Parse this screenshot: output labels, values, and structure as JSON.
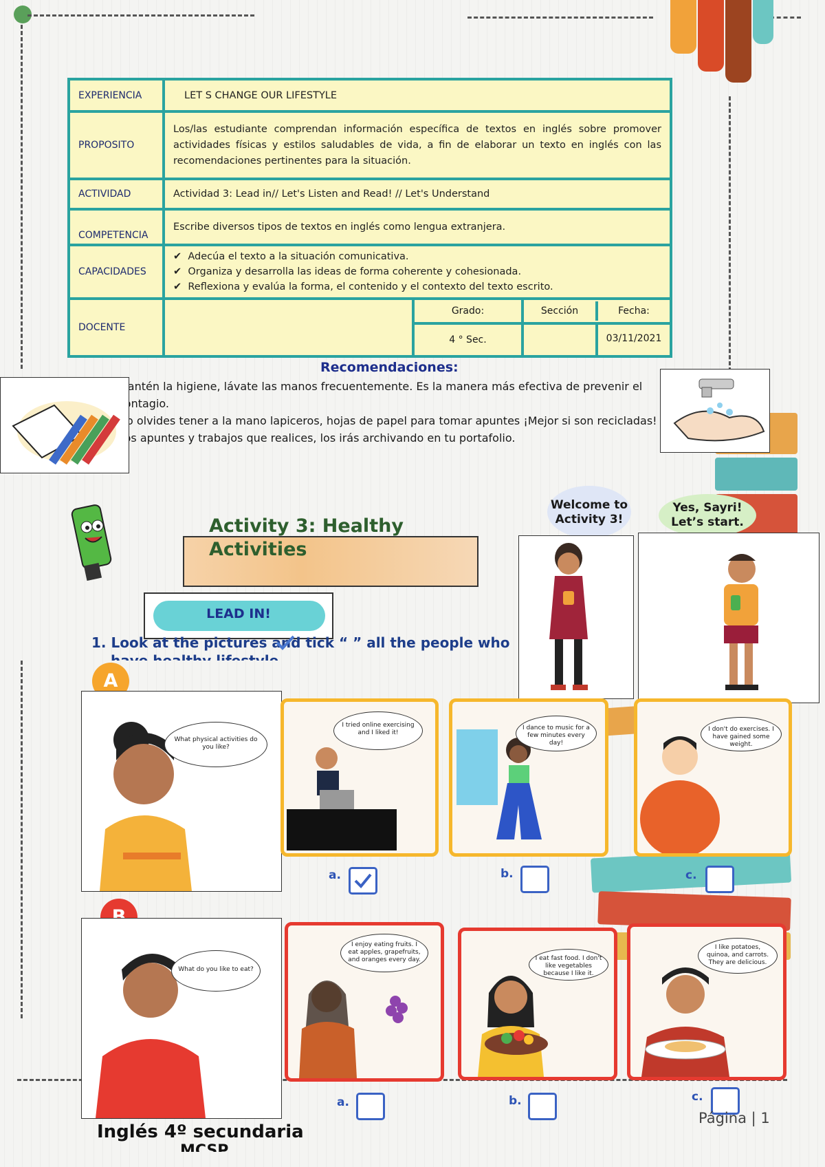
{
  "info_table": {
    "experiencia_label": "EXPERIENCIA",
    "experiencia_value": "LET S CHANGE OUR LIFESTYLE",
    "proposito_label": "PROPOSITO",
    "proposito_value": "Los/las estudiante comprendan información específica de textos en inglés sobre promover actividades físicas y estilos saludables de vida, a fin de elaborar un texto en inglés con las recomendaciones pertinentes para la situación.",
    "actividad_label": "ACTIVIDAD",
    "actividad_value": "Actividad 3: Lead in// Let's Listen and Read! // Let's Understand",
    "competencia_label": "COMPETENCIA",
    "competencia_value": "Escribe diversos tipos de textos en inglés como lengua extranjera.",
    "capacidades_label": "CAPACIDADES",
    "capacidades": [
      "Adecúa el texto a la situación comunicativa.",
      "Organiza y desarrolla las ideas de forma coherente y cohesionada.",
      "Reflexiona y evalúa la forma, el contenido y el contexto del texto escrito."
    ],
    "docente_label": "DOCENTE",
    "grado_label": "Grado:",
    "seccion_label": "Sección",
    "fecha_label": "Fecha:",
    "grado_value": "4 ° Sec.",
    "seccion_value": "",
    "fecha_value": "03/11/2021"
  },
  "recommendations": {
    "title": "Recomendaciones:",
    "lines": [
      "Mantén la higiene, lávate las manos frecuentemente. Es la manera más efectiva de prevenir el contagio.",
      "No olvides tener a la mano lapiceros, hojas de papel para tomar apuntes ¡Mejor si son recicladas!",
      "Los apuntes y trabajos que realices, los irás archivando en tu portafolio."
    ]
  },
  "activity": {
    "title": "Activity 3: Healthy Activities",
    "lead_in": "LEAD IN!",
    "question_line1": "1. Look at the pictures and tick “       ” all the people who",
    "question_line2": "have healthy lifestyle",
    "bubble_left": "Welcome to Activity 3!",
    "bubble_right": "Yes, Sayri! Let’s start."
  },
  "section_a": {
    "letter": "A",
    "question": "What physical activities do you like?",
    "panels": [
      {
        "speech": "I tried online exercising and I liked it!",
        "option": "a.",
        "checked": true
      },
      {
        "speech": "I dance to music for a few minutes every day!",
        "option": "b.",
        "checked": false
      },
      {
        "speech": "I don't do exercises. I have gained some weight.",
        "option": "c.",
        "checked": false
      }
    ]
  },
  "section_b": {
    "letter": "B",
    "question": "What do you like to eat?",
    "panels": [
      {
        "speech": "I enjoy eating fruits. I eat apples, grapefruits, and oranges every day.",
        "option": "a.",
        "checked": false
      },
      {
        "speech": "I eat fast food. I don't like vegetables because I like it.",
        "option": "b.",
        "checked": false
      },
      {
        "speech": "I like potatoes, quinoa, and carrots. They are delicious.",
        "option": "c.",
        "checked": false
      }
    ]
  },
  "footer": {
    "title": "Inglés 4º secundaria",
    "subtitle": "MCSP",
    "page": "Página | 1"
  },
  "colors": {
    "table_border": "#2aa3a0",
    "table_bg": "#fbf7c4",
    "accent_blue": "#1d2e8c",
    "section_a_color": "#f6a52c",
    "section_b_color": "#e63a30",
    "checkbox": "#3a62c4"
  }
}
